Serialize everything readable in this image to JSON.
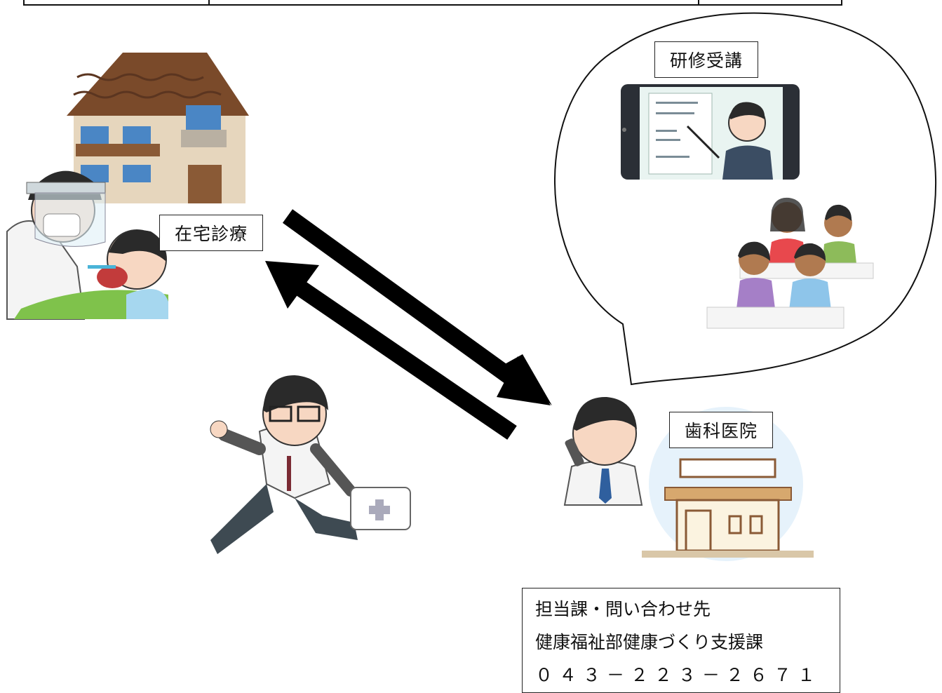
{
  "labels": {
    "training": "研修受講",
    "home_visit": "在宅診療",
    "dental_clinic": "歯科医院"
  },
  "contact": {
    "title": "担当課・問い合わせ先",
    "department": "健康福祉部健康づくり支援課",
    "phone": "０４３－２２３－２６７１"
  },
  "colors": {
    "arrow": "#000000",
    "roof": "#7a4a2a",
    "wall": "#e6d6bd",
    "white_coat": "#f4f4f4",
    "suit": "#3b4d63"
  },
  "icons": {
    "house": "house-icon",
    "dentist_patient": "dental-treatment-icon",
    "tablet_lecture": "tablet-lecture-icon",
    "classroom": "classroom-students-icon",
    "running_doctor": "running-doctor-icon",
    "phone_doctor": "doctor-on-phone-icon",
    "clinic_building": "clinic-building-icon"
  }
}
